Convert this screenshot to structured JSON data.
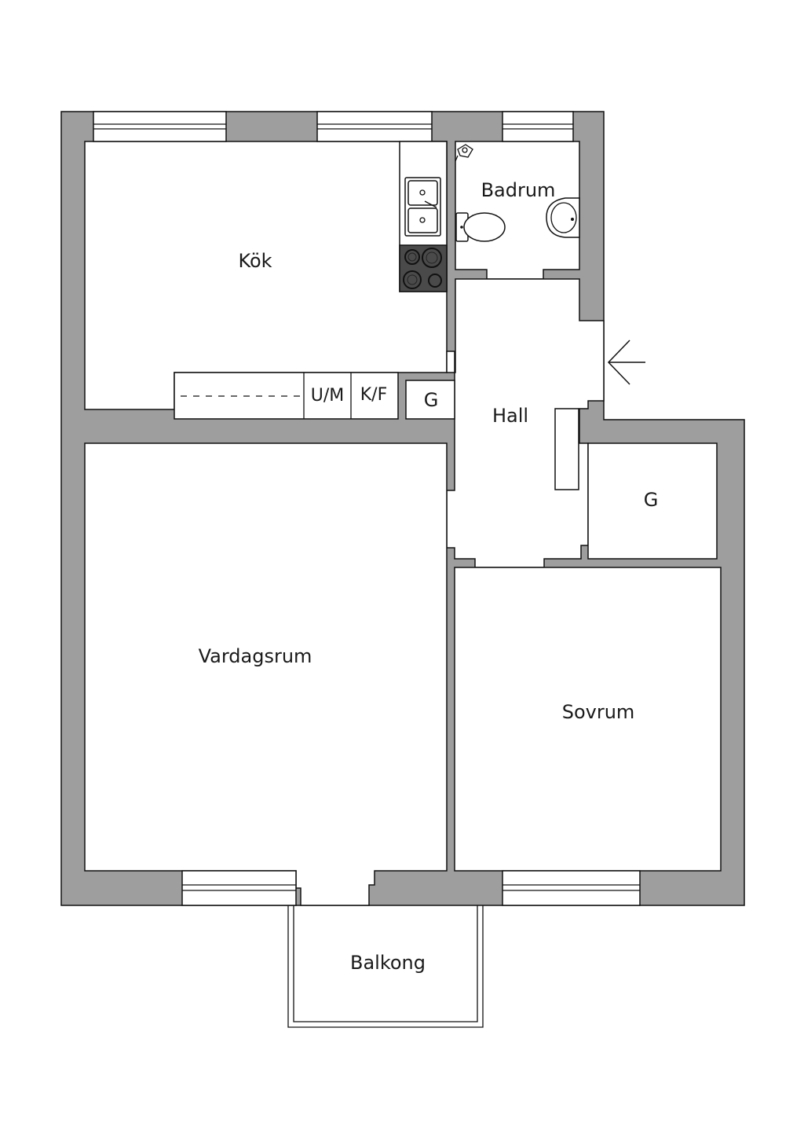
{
  "colors": {
    "wall": "#9e9e9e",
    "floor": "#ffffff",
    "line": "#111111",
    "stove": "#4a4a4a"
  },
  "rooms": {
    "kok": "Kök",
    "badrum": "Badrum",
    "hall": "Hall",
    "vardagsrum": "Vardagsrum",
    "sovrum": "Sovrum",
    "balkong": "Balkong",
    "garderob_hall": "G",
    "garderob_sovrum": "G"
  },
  "cabinets": {
    "um": "U/M",
    "kf": "K/F"
  },
  "icons": {
    "entrance": "entrance-arrow-icon",
    "sink": "kitchen-sink-icon",
    "stove": "stove-icon",
    "toilet": "toilet-icon",
    "washbasin": "washbasin-icon",
    "shower": "shower-icon"
  }
}
